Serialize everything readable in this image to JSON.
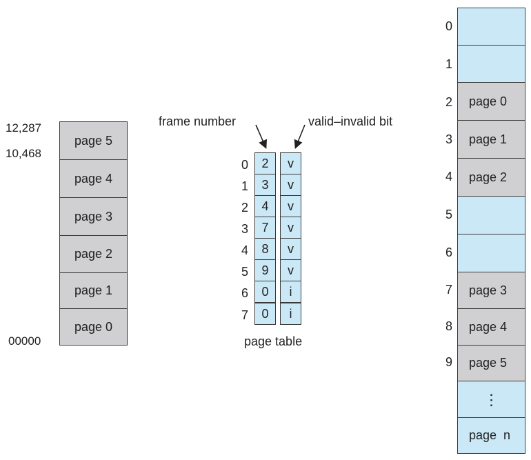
{
  "logical_memory": {
    "addresses": {
      "top": "12,287",
      "upper": "10,468",
      "bottom": "00000"
    },
    "pages": [
      "page 5",
      "page 4",
      "page 3",
      "page 2",
      "page 1",
      "page 0"
    ]
  },
  "page_table": {
    "frame_label": "frame number",
    "valid_label": "valid–invalid bit",
    "caption": "page table",
    "rows": [
      {
        "index": "0",
        "frame": "2",
        "bit": "v"
      },
      {
        "index": "1",
        "frame": "3",
        "bit": "v"
      },
      {
        "index": "2",
        "frame": "4",
        "bit": "v"
      },
      {
        "index": "3",
        "frame": "7",
        "bit": "v"
      },
      {
        "index": "4",
        "frame": "8",
        "bit": "v"
      },
      {
        "index": "5",
        "frame": "9",
        "bit": "v"
      },
      {
        "index": "6",
        "frame": "0",
        "bit": "i"
      },
      {
        "index": "7",
        "frame": "0",
        "bit": "i"
      }
    ]
  },
  "physical_memory": {
    "frames": [
      {
        "index": "0",
        "label": ""
      },
      {
        "index": "1",
        "label": ""
      },
      {
        "index": "2",
        "label": "page 0"
      },
      {
        "index": "3",
        "label": "page 1"
      },
      {
        "index": "4",
        "label": "page 2"
      },
      {
        "index": "5",
        "label": ""
      },
      {
        "index": "6",
        "label": ""
      },
      {
        "index": "7",
        "label": "page 3"
      },
      {
        "index": "8",
        "label": "page 4"
      },
      {
        "index": "9",
        "label": "page 5"
      },
      {
        "index": "",
        "label": "⋮"
      },
      {
        "index": "",
        "label": "page  n"
      }
    ]
  },
  "colors": {
    "page_fill": "#d0d0d2",
    "free_fill": "#cbe8f6",
    "border": "#3a3a3a"
  }
}
